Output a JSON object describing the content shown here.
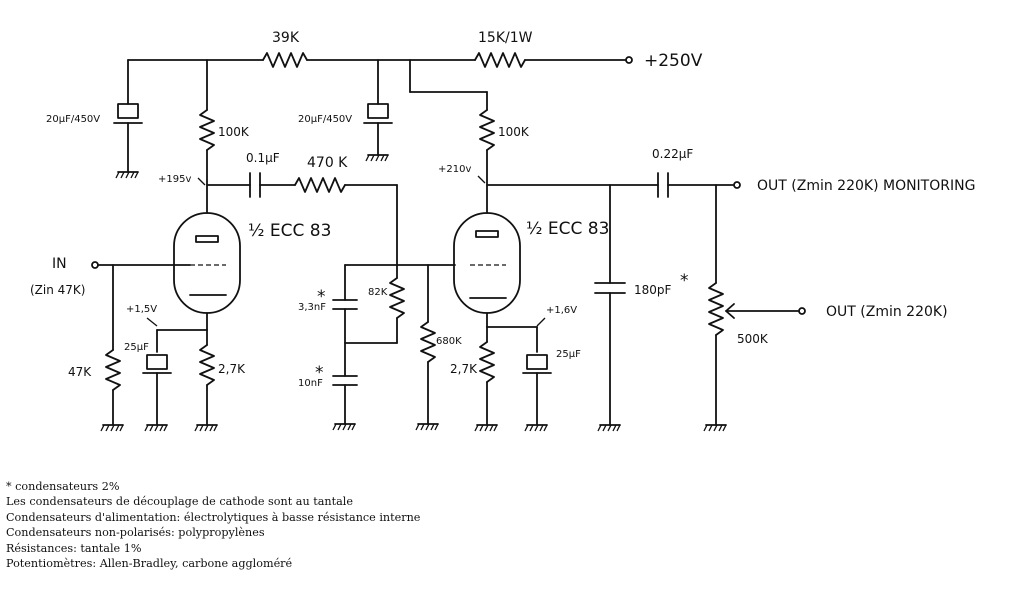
{
  "labels": {
    "r_39k": "39K",
    "r_15k": "15K/1W",
    "supply": "+250V",
    "c_20uf_left": "20µF/450V",
    "c_20uf_mid": "20µF/450V",
    "r_100k_left": "100K",
    "r_100k_right": "100K",
    "v_195": "+195v",
    "v_210": "+210v",
    "c_01": "0.1µF",
    "r_470k": "470 K",
    "c_022": "0.22µF",
    "tube_left": "½ ECC 83",
    "tube_right": "½ ECC 83",
    "in_label": "IN",
    "zin": "(Zin 47K)",
    "v_15": "+1,5V",
    "v_16": "+1,6V",
    "c_25_left": "25µF",
    "c_25_right": "25µF",
    "r_47k": "47K",
    "r_27k_left": "2,7K",
    "r_27k_right": "2,7K",
    "c_33": "3,3nF",
    "c_10": "10nF",
    "star": "*",
    "r_82k": "82K",
    "r_680k": "680K",
    "c_180": "180pF",
    "pot_500k": "500K",
    "out_monitor": "OUT (Zmin 220K) MONITORING",
    "out_main": "OUT (Zmin 220K)"
  },
  "notes": [
    "* condensateurs 2%",
    "Les condensateurs de découplage de cathode sont au tantale",
    "Condensateurs d'alimentation: électrolytiques à basse résistance interne",
    "Condensateurs non-polarisés: polypropylènes",
    "Résistances: tantale 1%",
    "Potentiomètres: Allen-Bradley, carbone aggloméré"
  ]
}
